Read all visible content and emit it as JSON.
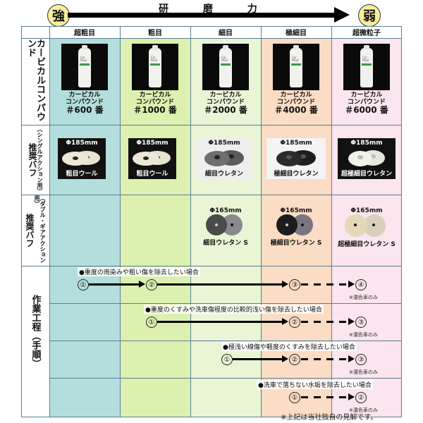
{
  "header": {
    "strong_label": "強",
    "weak_label": "弱",
    "axis_label": "研 磨 力"
  },
  "columns": [
    {
      "label": "超粗目",
      "color": "#b3dedd"
    },
    {
      "label": "粗目",
      "color": "#dcf0b0"
    },
    {
      "label": "細目",
      "color": "#eaf5d6"
    },
    {
      "label": "極細目",
      "color": "#fbdcc4"
    },
    {
      "label": "超微粒子",
      "color": "#fbe5ee"
    }
  ],
  "rows": {
    "compound": {
      "label": "カービカルコンパウンド"
    },
    "single_pad": {
      "label": "推奨バフ",
      "sub": "（シングルアクション用）"
    },
    "double_pad": {
      "label": "推奨バフ",
      "sub": "（ダブル・ギアアクション用）"
    },
    "process": {
      "label": "作業工程（手順）"
    }
  },
  "compounds": [
    {
      "name1": "カービカル",
      "name2": "コンパウンド",
      "number": "＃600 番",
      "bottle_text": "Car Pikal"
    },
    {
      "name1": "カービカル",
      "name2": "コンパウンド",
      "number": "＃1000 番",
      "bottle_text": "Car Pikal"
    },
    {
      "name1": "カービカル",
      "name2": "コンパウンド",
      "number": "＃2000 番",
      "bottle_text": "Car Pikal"
    },
    {
      "name1": "カービカル",
      "name2": "コンパウンド",
      "number": "＃4000 番",
      "bottle_text": "Car Pikal"
    },
    {
      "name1": "カービカル",
      "name2": "コンパウンド",
      "number": "＃6000 番",
      "bottle_text": "Car Pikal"
    }
  ],
  "single_pads": [
    {
      "size": "Φ185mm",
      "name": "粗目ウール",
      "pad_color": "#e8e2d0",
      "bg": "#111111",
      "text_color": "#ffffff"
    },
    {
      "size": "Φ185mm",
      "name": "粗目ウール",
      "pad_color": "#e8e2d0",
      "bg": "#111111",
      "text_color": "#ffffff"
    },
    {
      "size": "Φ185mm",
      "name": "細目ウレタン",
      "pad_color": "#6a6a6a",
      "bg": "#eeeeee",
      "text_color": "#111111"
    },
    {
      "size": "Φ185mm",
      "name": "極細目ウレタン",
      "pad_color": "#2b2b2b",
      "bg": "#f4f4f4",
      "text_color": "#111111"
    },
    {
      "size": "Φ185mm",
      "name": "超極細目ウレタン",
      "pad_color": "#f2f0ea",
      "bg": "#111111",
      "text_color": "#ffffff"
    }
  ],
  "double_pads": [
    {
      "size": "Φ165mm",
      "name": "細目ウレタン S",
      "c1": "#4a4a4a",
      "c2": "#8a8a8e"
    },
    {
      "size": "Φ165mm",
      "name": "極細目ウレタン S",
      "c1": "#1c1c1c",
      "c2": "#7a7680"
    },
    {
      "size": "Φ165mm",
      "name": "超極細目ウレタン S",
      "c1": "#e3d9b8",
      "c2": "#d8d0bc"
    }
  ],
  "processes": [
    {
      "case": "●重度の雨染みや粗い傷を除去したい場合",
      "steps": [
        "①",
        "②",
        "③",
        "④"
      ],
      "note": "※濃色車のみ"
    },
    {
      "case": "●重度のくすみや洗車傷程度の比較的浅い傷を除去したい場合",
      "steps": [
        "①",
        "②",
        "③"
      ],
      "note": "※濃色車のみ"
    },
    {
      "case": "●極浅い線傷や軽度のくすみを除去したい場合",
      "steps": [
        "①",
        "②",
        "③"
      ],
      "note": "※濃色車のみ"
    },
    {
      "case": "●洗車で落ちない水垢を除去したい場合",
      "steps": [
        "①",
        "②"
      ],
      "note": "※濃色車のみ"
    }
  ],
  "footer": "※上記は当社独自の見解です。"
}
